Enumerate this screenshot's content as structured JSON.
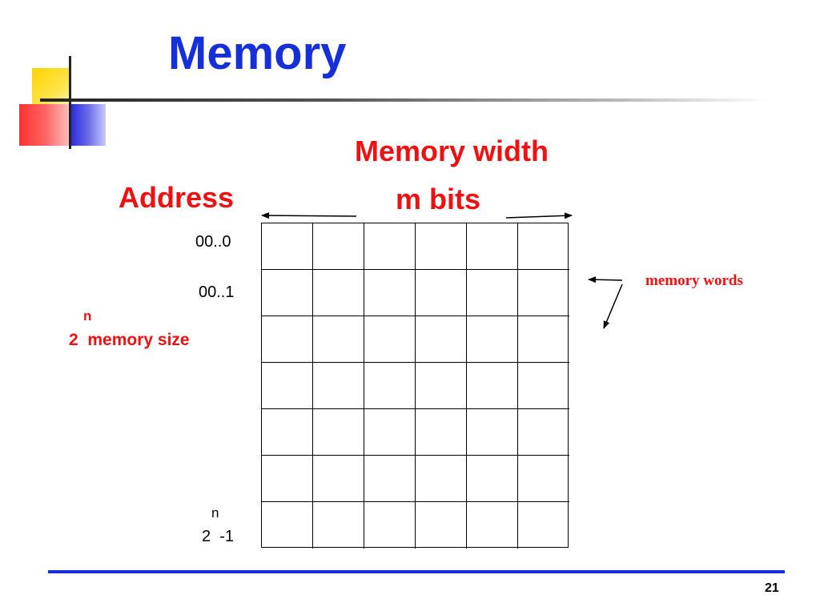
{
  "slide": {
    "title": "Memory",
    "page_number": "21"
  },
  "diagram": {
    "width_heading": "Memory width",
    "width_subheading": "m bits",
    "address_heading": "Address",
    "address_labels": {
      "first": "00..0",
      "second": "00..1",
      "last_superscript": "n",
      "last": "2  -1"
    },
    "memory_size": {
      "superscript": "n",
      "text": "2  memory size"
    },
    "words_label": "memory words",
    "grid": {
      "rows": 7,
      "columns": 6
    }
  },
  "colors": {
    "title": "#1530d8",
    "heading_red": "#ee1111",
    "rule_blue": "#1530d8"
  }
}
